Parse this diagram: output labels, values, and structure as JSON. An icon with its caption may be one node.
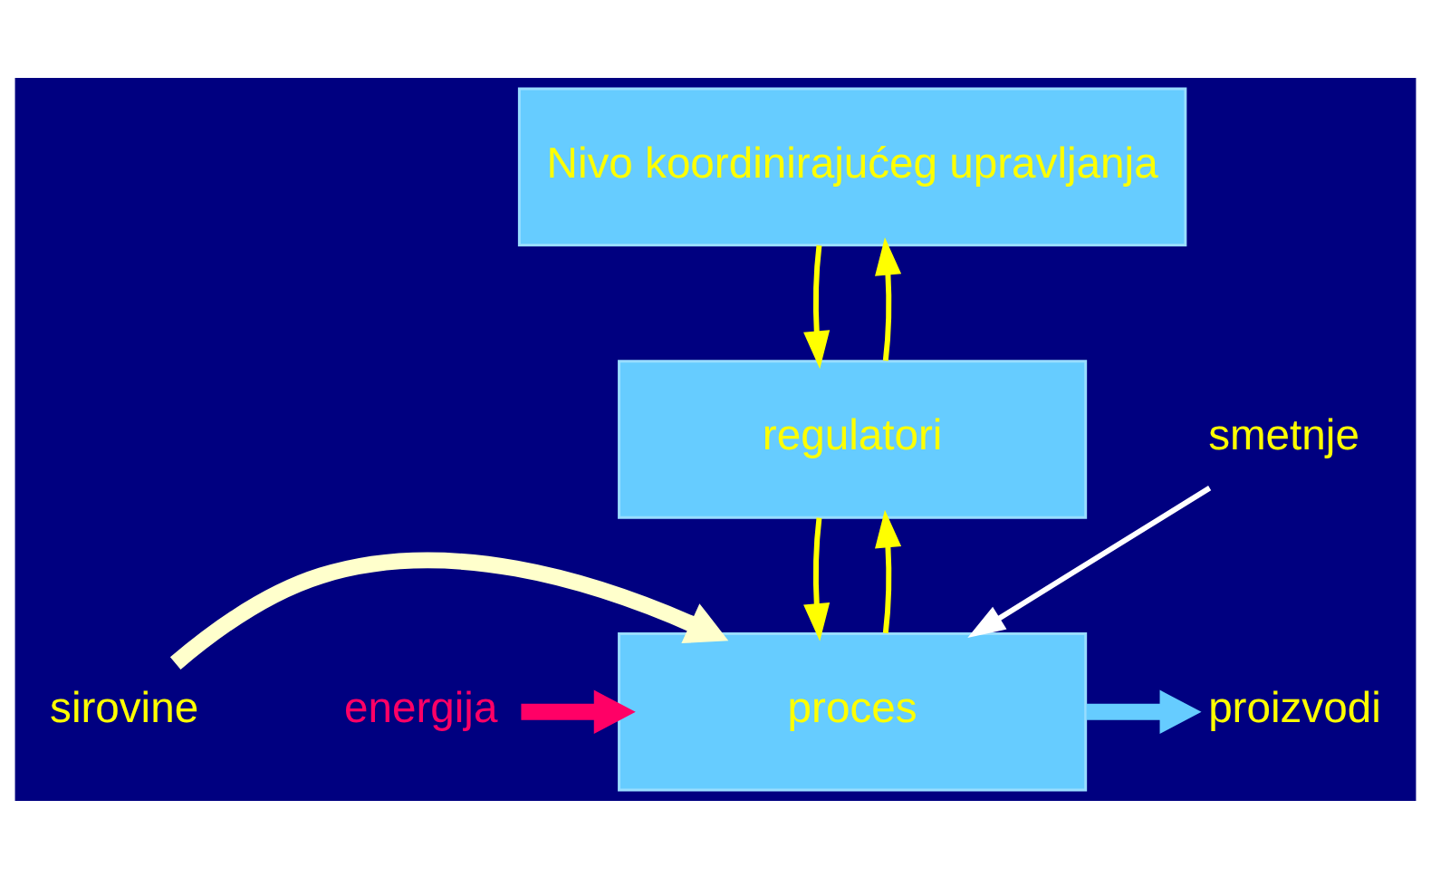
{
  "diagram": {
    "nodes": [
      {
        "text": [
          "Nivo koordinirajućeg upravljanja"
        ]
      },
      {
        "text": [
          "regulatori"
        ]
      },
      {
        "text": [
          "proces"
        ]
      },
      {
        "text": [
          "sirovine"
        ]
      },
      {
        "text": [
          "energija"
        ]
      },
      {
        "text": [
          "proizvodi"
        ]
      },
      {
        "text": [
          "smetnje"
        ]
      }
    ],
    "edges": [
      {
        "from": 0,
        "to": 1,
        "arrow": "to"
      },
      {
        "from": 1,
        "to": 2,
        "arrow": "to"
      },
      {
        "from": 1,
        "to": 0,
        "arrow": "to"
      },
      {
        "from": 2,
        "to": 1,
        "arrow": "to"
      },
      {
        "from": 3,
        "to": 2,
        "arrow": "to",
        "style": "thick",
        "color": "#ffffcc"
      },
      {
        "from": 4,
        "to": 2,
        "arrow": "to",
        "style": "thick",
        "color": "#ff0066"
      },
      {
        "from": 2,
        "to": 5,
        "arrow": "to",
        "style": "thick",
        "color": "#66ccff"
      },
      {
        "from": 6,
        "to": 2,
        "arrow": "to",
        "color": "#ffffff"
      }
    ]
  }
}
